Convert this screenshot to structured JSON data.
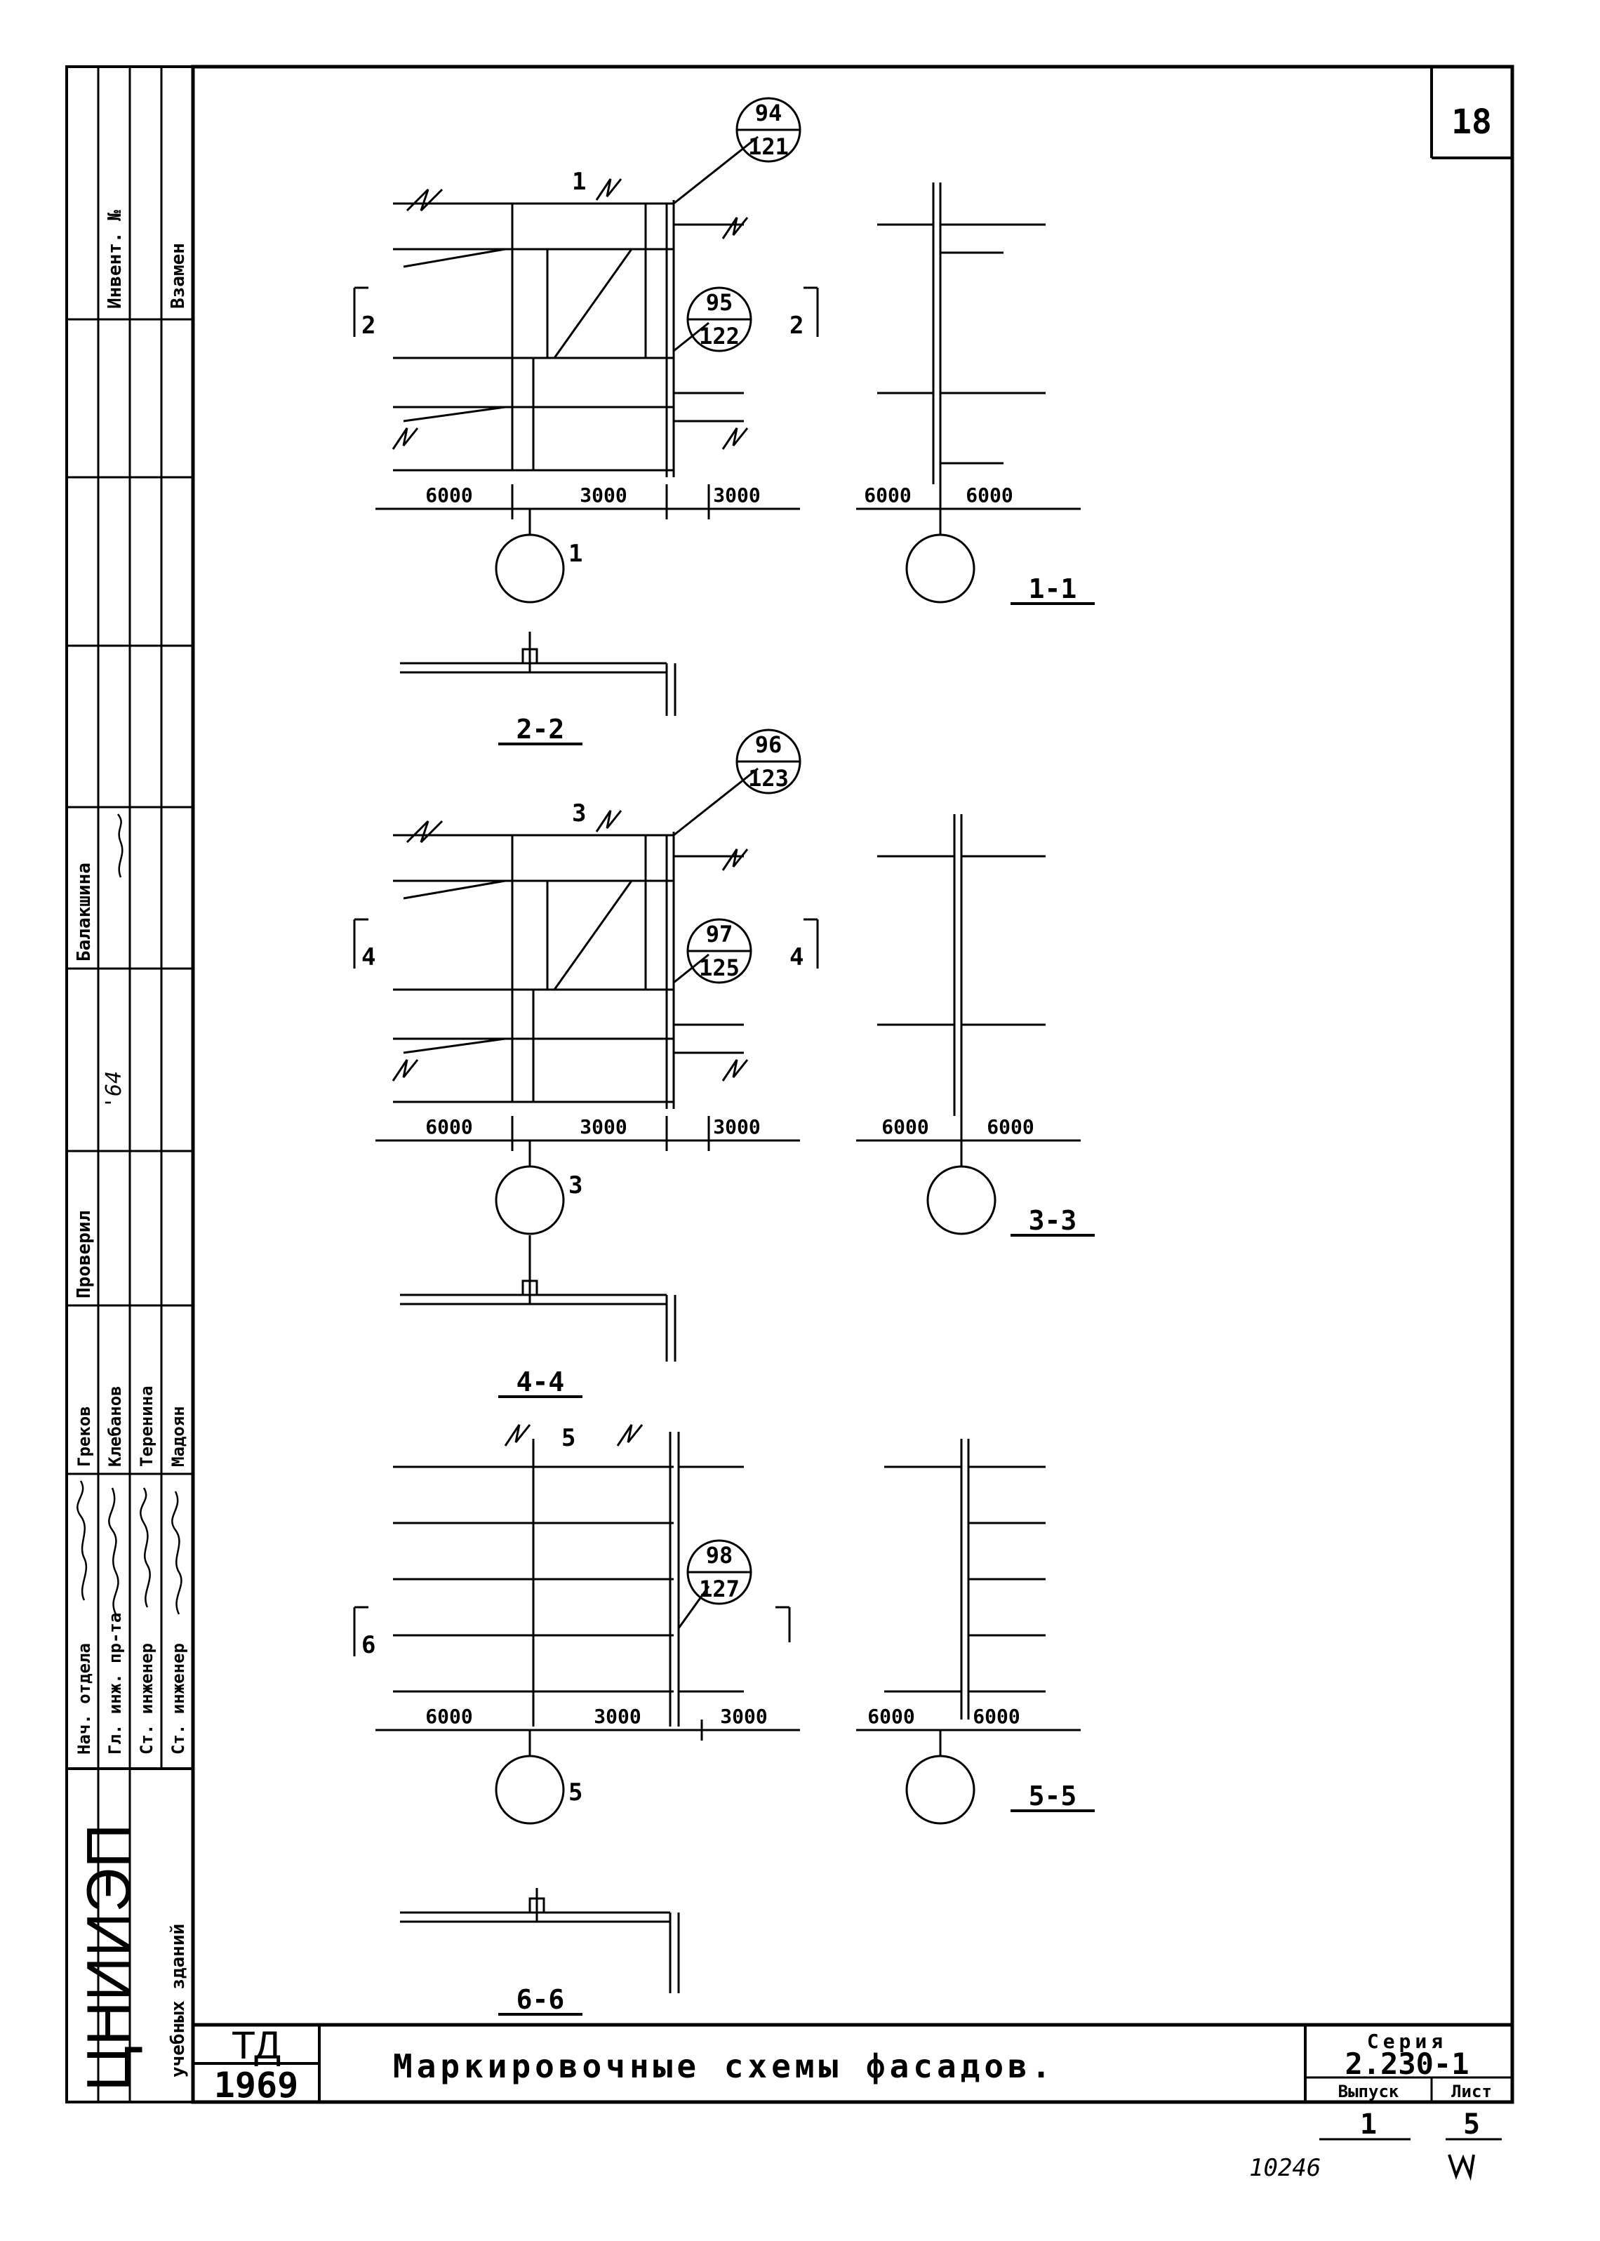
{
  "sheet_number": "18",
  "title": "Маркировочные схемы фасадов.",
  "series_label": "Серия",
  "series_value": "2.230-1",
  "issue_label": "Выпуск",
  "issue_value": "1",
  "sheet_label": "Лист",
  "sheet_value": "5",
  "td_label": "ТД",
  "year": "1969",
  "archive_number": "10246",
  "org_name": "ЦНИИЭП",
  "org_subtitle": "учебных зданий",
  "inventory_label": "Инвент. №",
  "replaces_label": "Взамен",
  "stamp_rows": [
    {
      "role": "Нач. отдела",
      "name": "Греков"
    },
    {
      "role": "Гл. инж. пр-та",
      "name": "Клебанов"
    },
    {
      "role": "Ст. инженер",
      "name": "Теренина"
    },
    {
      "role": "Ст. инженер",
      "name": "Мадоян"
    }
  ],
  "checked_label": "Проверил",
  "checked_name": "Балакшина",
  "checked_date": "'64",
  "schemes": [
    {
      "id": "scheme-1",
      "marks": [
        {
          "top": "94",
          "bottom": "121"
        },
        {
          "top": "95",
          "bottom": "122"
        }
      ],
      "dims": [
        "6000",
        "3000",
        "3000"
      ],
      "side_dims": [
        "6000",
        "6000"
      ],
      "cut_top": "1",
      "cut_left": "2",
      "cut_right": "2",
      "cut_bottom": "1",
      "section_label": "1-1",
      "plan_label": "2-2"
    },
    {
      "id": "scheme-2",
      "marks": [
        {
          "top": "96",
          "bottom": "123"
        },
        {
          "top": "97",
          "bottom": "125"
        }
      ],
      "dims": [
        "6000",
        "3000",
        "3000"
      ],
      "side_dims": [
        "6000",
        "6000"
      ],
      "cut_top": "3",
      "cut_left": "4",
      "cut_right": "4",
      "cut_bottom": "3",
      "section_label": "3-3",
      "plan_label": "4-4"
    },
    {
      "id": "scheme-3",
      "marks": [
        {
          "top": "98",
          "bottom": "127"
        }
      ],
      "dims": [
        "6000",
        "3000",
        "3000"
      ],
      "side_dims": [
        "6000",
        "6000"
      ],
      "cut_top": "5",
      "cut_left": "6",
      "cut_right": "",
      "cut_bottom": "5",
      "section_label": "5-5",
      "plan_label": "6-6"
    }
  ]
}
